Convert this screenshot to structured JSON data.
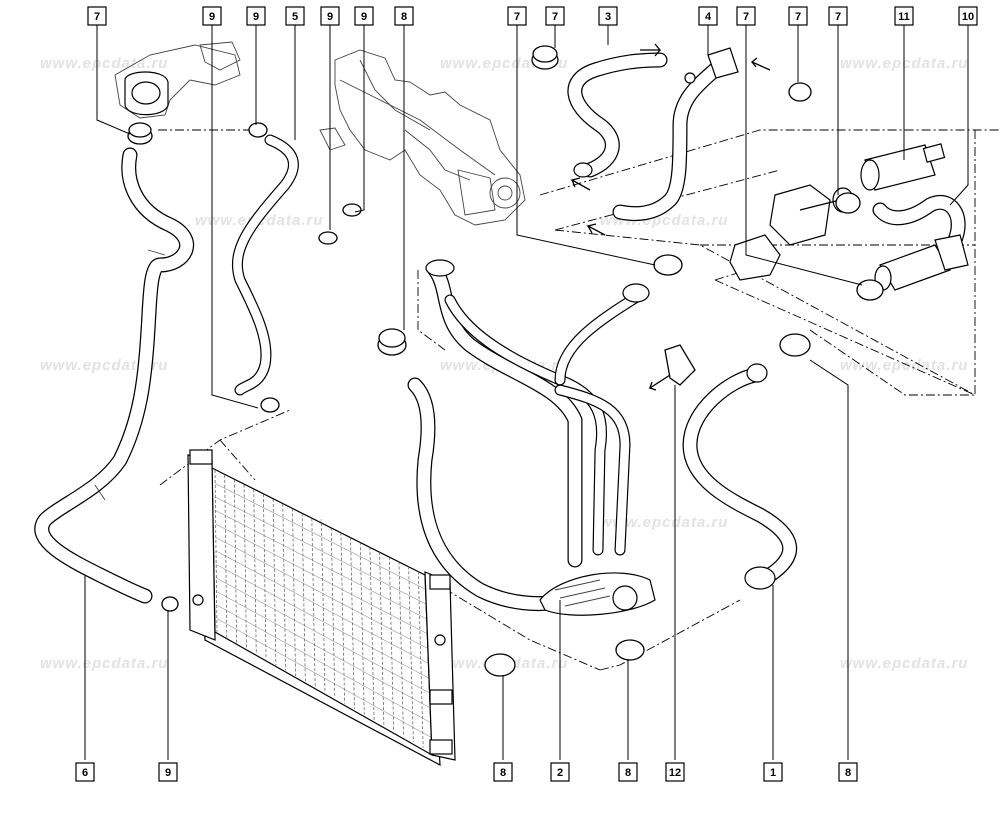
{
  "watermark_text": "www.epcdata.ru",
  "callouts": [
    {
      "id": "c-top-1",
      "label": "7"
    },
    {
      "id": "c-top-2",
      "label": "9"
    },
    {
      "id": "c-top-3",
      "label": "9"
    },
    {
      "id": "c-top-4",
      "label": "5"
    },
    {
      "id": "c-top-5",
      "label": "9"
    },
    {
      "id": "c-top-6",
      "label": "9"
    },
    {
      "id": "c-top-7",
      "label": "8"
    },
    {
      "id": "c-top-8",
      "label": "7"
    },
    {
      "id": "c-top-9",
      "label": "7"
    },
    {
      "id": "c-top-10",
      "label": "3"
    },
    {
      "id": "c-top-11",
      "label": "4"
    },
    {
      "id": "c-top-12",
      "label": "7"
    },
    {
      "id": "c-top-13",
      "label": "7"
    },
    {
      "id": "c-top-14",
      "label": "7"
    },
    {
      "id": "c-top-15",
      "label": "11"
    },
    {
      "id": "c-top-16",
      "label": "10"
    },
    {
      "id": "c-bot-1",
      "label": "6"
    },
    {
      "id": "c-bot-2",
      "label": "9"
    },
    {
      "id": "c-bot-3",
      "label": "8"
    },
    {
      "id": "c-bot-4",
      "label": "2"
    },
    {
      "id": "c-bot-5",
      "label": "8"
    },
    {
      "id": "c-bot-6",
      "label": "12"
    },
    {
      "id": "c-bot-7",
      "label": "1"
    },
    {
      "id": "c-bot-8",
      "label": "8"
    }
  ]
}
